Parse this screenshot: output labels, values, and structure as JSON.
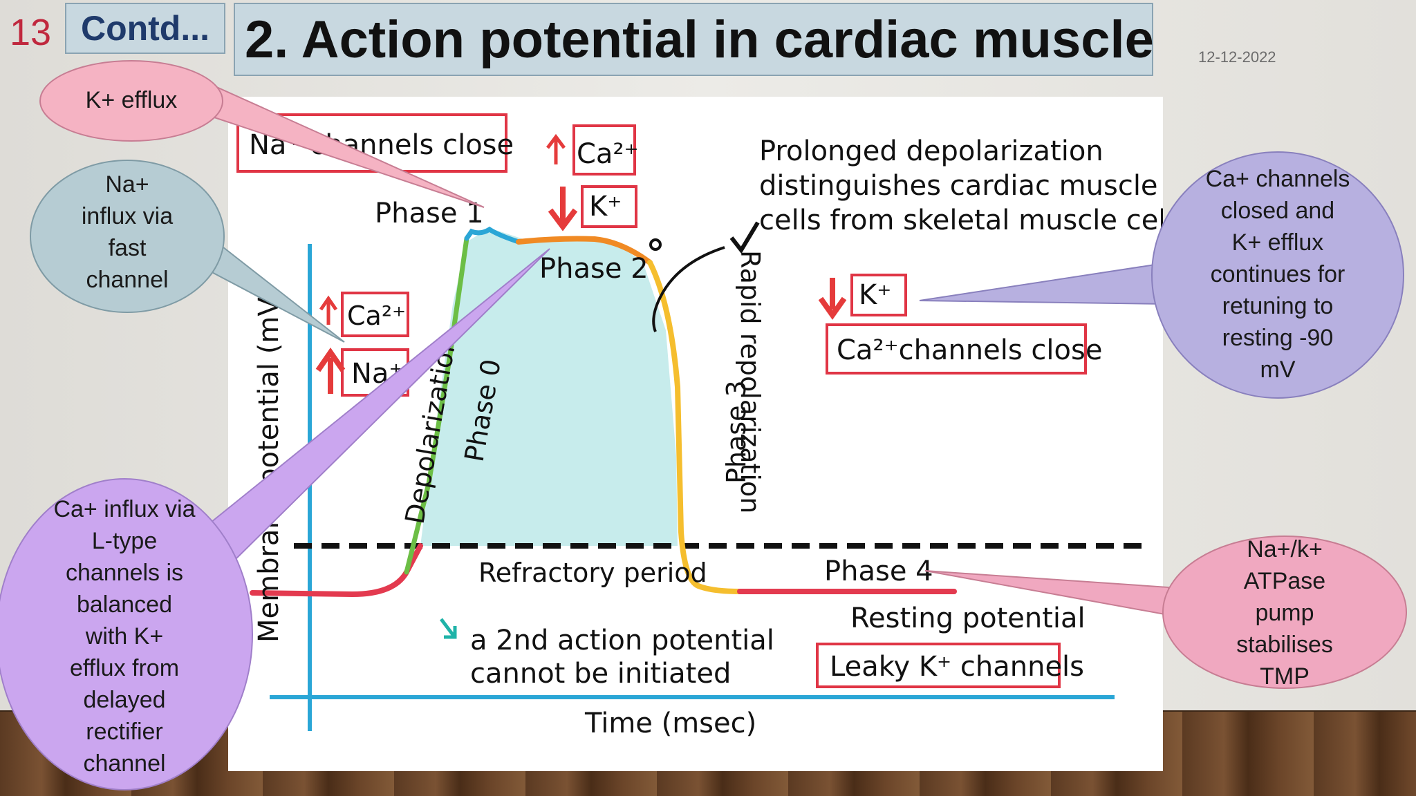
{
  "slide": {
    "number": "13",
    "contd": "Contd...",
    "title": "2. Action potential in cardiac muscle",
    "date": "12-12-2022"
  },
  "diagram": {
    "labels": {
      "na_channels_close": "Na⁺ channels close",
      "phase1": "Phase 1",
      "ca_up_top": "Ca²⁺",
      "k_down_top": "K⁺",
      "prolonged_line1": "Prolonged depolarization",
      "prolonged_line2": "distinguishes cardiac muscle",
      "prolonged_line3": "cells from skeletal muscle cells",
      "phase2": "Phase 2",
      "rapid_repol": "Rapid repolarization",
      "phase3": "Phase 3",
      "k_down_right": "K⁺",
      "ca_channels_close": "Ca²⁺channels close",
      "ca_up_left": "Ca²⁺",
      "na_up_left": "Na⁺",
      "depolarization": "Depolarization",
      "phase0": "Phase 0",
      "membrane_potential": "Membrane potential (mV)",
      "refractory": "Refractory period",
      "second_ap_line1": "a 2nd action potential",
      "second_ap_line2": "cannot be initiated",
      "phase4": "Phase 4",
      "resting": "Resting potential",
      "leaky": "Leaky K⁺ channels",
      "time": "Time (msec)"
    }
  },
  "callouts": {
    "k_efflux": "K+ efflux",
    "na_influx": [
      "Na+",
      "influx via",
      "fast",
      "channel"
    ],
    "ca_influx": [
      "Ca+ influx via",
      "L-type",
      "channels is",
      "balanced",
      "with K+",
      "efflux from",
      "delayed",
      "rectifier",
      "channel"
    ],
    "ca_closed": [
      "Ca+ channels",
      "closed and",
      "K+ efflux",
      "continues for",
      "retuning to",
      "resting -90",
      "mV"
    ],
    "atpase": [
      "Na+/k+",
      "ATPase",
      "pump",
      "stabilises",
      "TMP"
    ]
  },
  "colors": {
    "title_bg": "#c8d8e0",
    "slide_number": "#c0283e",
    "contd_text": "#1f3a6b",
    "label_box_border": "#e03545",
    "plateau_fill": "#c7ecec",
    "axis": "#2aa6d6",
    "curve_green": "#6cbe45",
    "curve_orange": "#f08a24",
    "curve_yellow": "#f5be2e",
    "curve_red": "#e33a4f",
    "curve_blue": "#2aa6d6",
    "callout_pink": "#f5b3c3",
    "callout_gray": "#b6ccd3",
    "callout_violet": "#cba6ef",
    "callout_lavender": "#b7b0e0"
  }
}
